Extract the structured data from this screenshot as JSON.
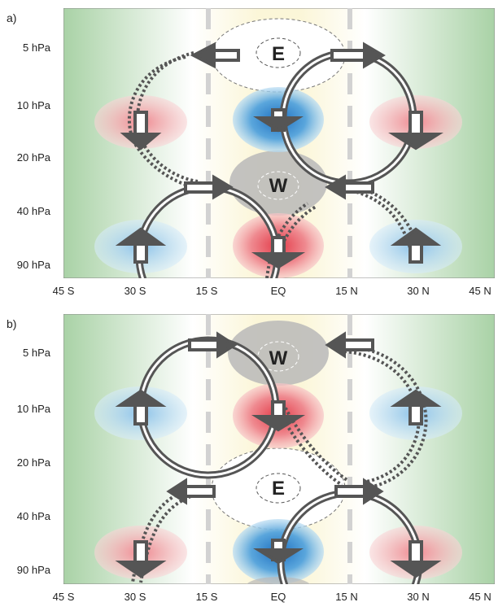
{
  "panels": [
    {
      "letter": "a)",
      "y_levels": [
        "5 hPa",
        "10 hPa",
        "20 hPa",
        "40 hPa",
        "90 hPa"
      ],
      "x_ticks": [
        "45 S",
        "30 S",
        "15 S",
        "EQ",
        "15 N",
        "30 N",
        "45 N"
      ],
      "labels": {
        "upper": "E",
        "lower": "W"
      }
    },
    {
      "letter": "b)",
      "y_levels": [
        "5 hPa",
        "10 hPa",
        "20 hPa",
        "40 hPa",
        "90 hPa"
      ],
      "x_ticks": [
        "45 S",
        "30 S",
        "15 S",
        "EQ",
        "15 N",
        "30 N",
        "45 N"
      ],
      "labels": {
        "upper": "W",
        "lower": "E"
      }
    }
  ],
  "colors": {
    "cold_blue": "#5aa6dc",
    "warm_red": "#e8606a",
    "gray": "#9a9a9a",
    "arrow": "#555555",
    "edge_green": "#a9d2a6"
  }
}
